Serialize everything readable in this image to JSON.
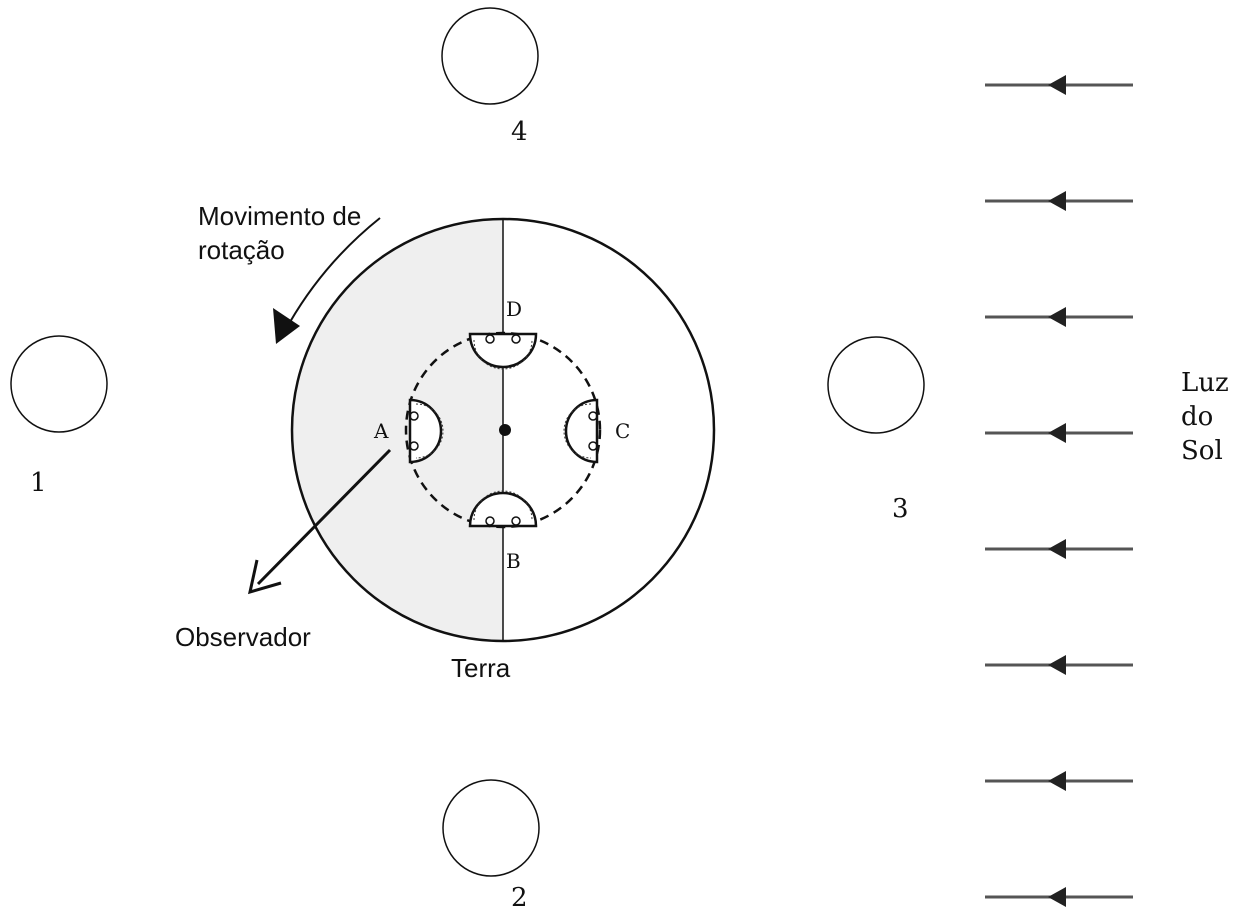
{
  "moons": [
    {
      "id": "1",
      "label": "1"
    },
    {
      "id": "2",
      "label": "2"
    },
    {
      "id": "3",
      "label": "3"
    },
    {
      "id": "4",
      "label": "4"
    }
  ],
  "earth": {
    "label": "Terra"
  },
  "rotation": {
    "line1": "Movimento de",
    "line2": "rotação"
  },
  "observer": {
    "label": "Observador"
  },
  "points": {
    "a": "A",
    "b": "B",
    "c": "C",
    "d": "D"
  },
  "sunlight": {
    "line1": "Luz",
    "line2": "do",
    "line3": "Sol",
    "arrow_count": 8
  },
  "colors": {
    "night_side": "#efefef",
    "day_side": "#ffffff",
    "ink": "#111111",
    "ray": "#555555"
  }
}
